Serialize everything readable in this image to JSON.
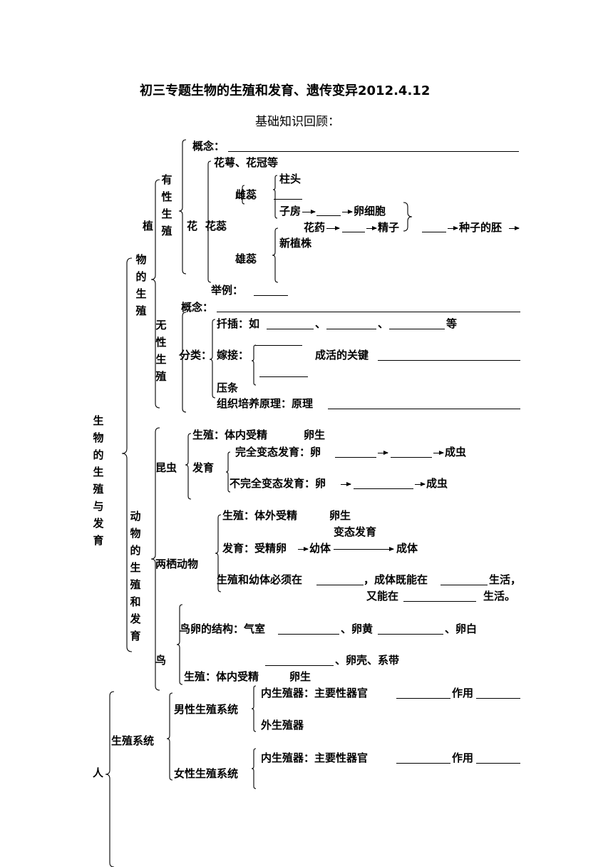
{
  "title": "初三专题生物的生殖和发育、遗传变异2012.4.12",
  "subtitle": "基础知识回顾：",
  "root_label": "生物的生殖与发育",
  "plant": {
    "label_left": "植",
    "label_right": "物的生殖",
    "sexual": {
      "label": "有性生殖",
      "concept": "概念：",
      "flower": "花",
      "parts": "花萼、花冠等",
      "stamen_pistil": "花蕊",
      "pistil": "雌蕊",
      "stigma": "柱头",
      "ovary": "子房",
      "egg": "卵细胞",
      "stamen": "雄蕊",
      "anther": "花药",
      "sperm": "精子",
      "embryo": "种子的胚",
      "new_plant": "新植株",
      "example": "举例："
    },
    "asexual": {
      "label": "无性生殖",
      "concept": "概念：",
      "classify": "分类：",
      "cutting": "扦插：如",
      "sep1": "、",
      "sep2": "、",
      "etc": "等",
      "grafting": "嫁接：",
      "graft_key": "成活的关键",
      "layering": "压条",
      "tissue": "组织培养原理：原理"
    }
  },
  "animal": {
    "label": "动物的生殖和发育",
    "insect": {
      "label": "昆虫",
      "repro": "生殖：体内受精",
      "oviparous": "卵生",
      "develop": "发育",
      "complete": "完全变态发育：卵",
      "adult": "成虫",
      "incomplete": "不完全变态发育：卵",
      "adult2": "成虫"
    },
    "amphibian": {
      "label": "两栖动物",
      "repro": "生殖：体外受精",
      "oviparous": "卵生",
      "metamorph": "变态发育",
      "develop": "发育：受精卵",
      "larva": "幼体",
      "adult": "成体",
      "env_a": "生殖和幼体必须在",
      "env_b": "，成体既能在",
      "env_c": "生活，",
      "env_d": "又能在",
      "env_e": "生活。"
    },
    "bird": {
      "label": "鸟",
      "egg_structure": "鸟卵的结构：气室",
      "yolk": "、卵黄",
      "white": "、卵白",
      "shell": "、卵壳、系带",
      "repro": "生殖：体内受精",
      "oviparous": "卵生"
    }
  },
  "human": {
    "label": "人",
    "system": "生殖系统",
    "male": "男性生殖系统",
    "female": "女性生殖系统",
    "internal": "内生殖器：主要性器官",
    "function": "作用",
    "external": "外生殖器",
    "internal_f": "内生殖器：主要性器官",
    "function_f": "作用"
  }
}
